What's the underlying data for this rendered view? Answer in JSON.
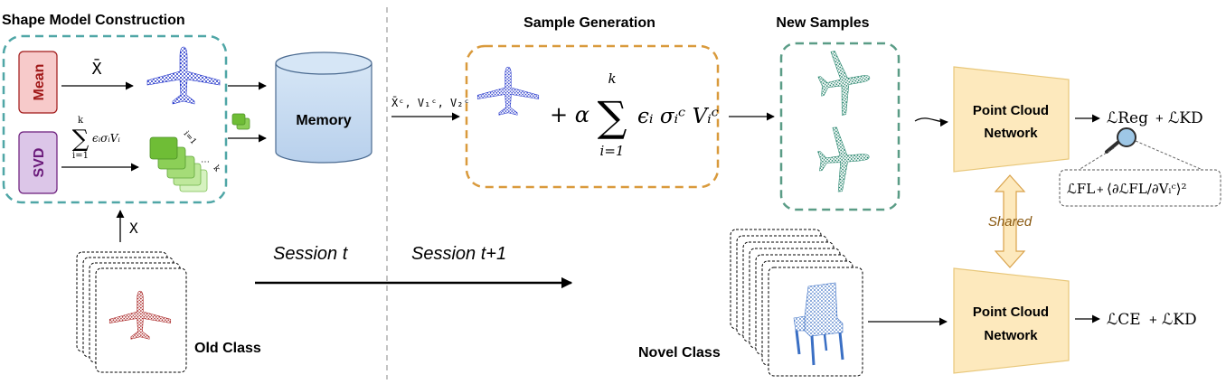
{
  "titles": {
    "shape_model": "Shape Model Construction",
    "sample_generation": "Sample Generation",
    "new_samples": "New Samples"
  },
  "labels": {
    "mean": "Mean",
    "svd": "SVD",
    "memory": "Memory",
    "x_bar": "X̄",
    "x": "X",
    "old_class": "Old Class",
    "novel_class": "Novel Class",
    "shared": "Shared",
    "session_t": "Session t",
    "session_t1": "Session t+1",
    "network_line1": "Point Cloud",
    "network_line2": "Network"
  },
  "formulas": {
    "svd_sum_top": "k",
    "svd_sum_body": "ϵᵢσᵢVᵢ",
    "svd_sum_bottom": "i=1",
    "memory_out": "X̄ᶜ, V₁ᶜ, V₂ᶜ",
    "sample_gen_top": "k",
    "sample_gen_prefix": "+ α",
    "sample_gen_body": "ϵᵢ σᵢᶜ Vᵢᶜ",
    "sample_gen_bottom": "i=1",
    "loss_top_a": "ℒReg",
    "loss_plus": "+",
    "loss_top_b": "ℒKD",
    "loss_fl_a": "ℒFL",
    "loss_fl_b": "⟨∂ℒFL/∂Vᵢᶜ⟩²",
    "loss_bottom_a": "ℒCE",
    "loss_bottom_b": "ℒKD"
  },
  "colors": {
    "teal_dash": "#4fa6a6",
    "orange_dash": "#d99a3c",
    "green_dash": "#5a9c86",
    "mean_fill": "#f7caca",
    "mean_text": "#a01818",
    "svd_fill": "#dcc6e8",
    "svd_text": "#6a1a7a",
    "memory_fill": "#c4d9f0",
    "network_fill": "#fde9bd",
    "network_stroke": "#e8c77a",
    "plane_blue": "#1d2fc9",
    "plane_red": "#a31515",
    "plane_green": "#1c7f66",
    "chair_blue": "#3a6fc4"
  }
}
